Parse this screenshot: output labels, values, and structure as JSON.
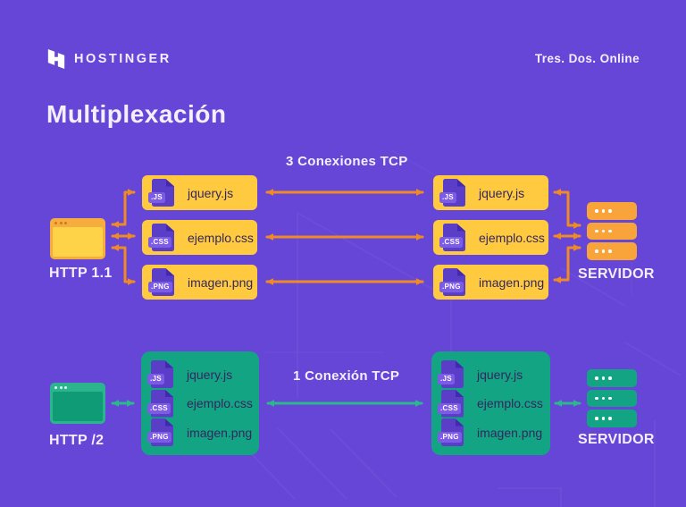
{
  "colors": {
    "bg": "#6546D6",
    "pattern": "#8A6FE6",
    "yellow": "#FFC940",
    "yellow_frame": "#F7AD3E",
    "yellow_inner": "#FFD347",
    "orange": "#F08A26",
    "orange_server": "#F9A33B",
    "green": "#13A483",
    "green_frame": "#2CB48E",
    "green_inner": "#0F9B76",
    "teal": "#2BB88D",
    "icon": "#5A3EC8",
    "icon_fold": "#4328B0",
    "icon_badge": "#7C5BE6",
    "text_dark": "#33285F",
    "text_light": "#F4EFFF"
  },
  "header": {
    "brand": "HOSTINGER",
    "tagline": "Tres. Dos. Online"
  },
  "title": "Multiplexación",
  "diagram_http1": {
    "connection_label": "3 Conexiones TCP",
    "client_label": "HTTP 1.1",
    "server_label": "SERVIDOR",
    "files": [
      {
        "badge": ".JS",
        "name": "jquery.js"
      },
      {
        "badge": ".CSS",
        "name": "ejemplo.css"
      },
      {
        "badge": ".PNG",
        "name": "imagen.png"
      }
    ]
  },
  "diagram_http2": {
    "connection_label": "1 Conexión TCP",
    "client_label": "HTTP /2",
    "server_label": "SERVIDOR",
    "files": [
      {
        "badge": ".JS",
        "name": "jquery.js"
      },
      {
        "badge": ".CSS",
        "name": "ejemplo.css"
      },
      {
        "badge": ".PNG",
        "name": "imagen.png"
      }
    ]
  }
}
